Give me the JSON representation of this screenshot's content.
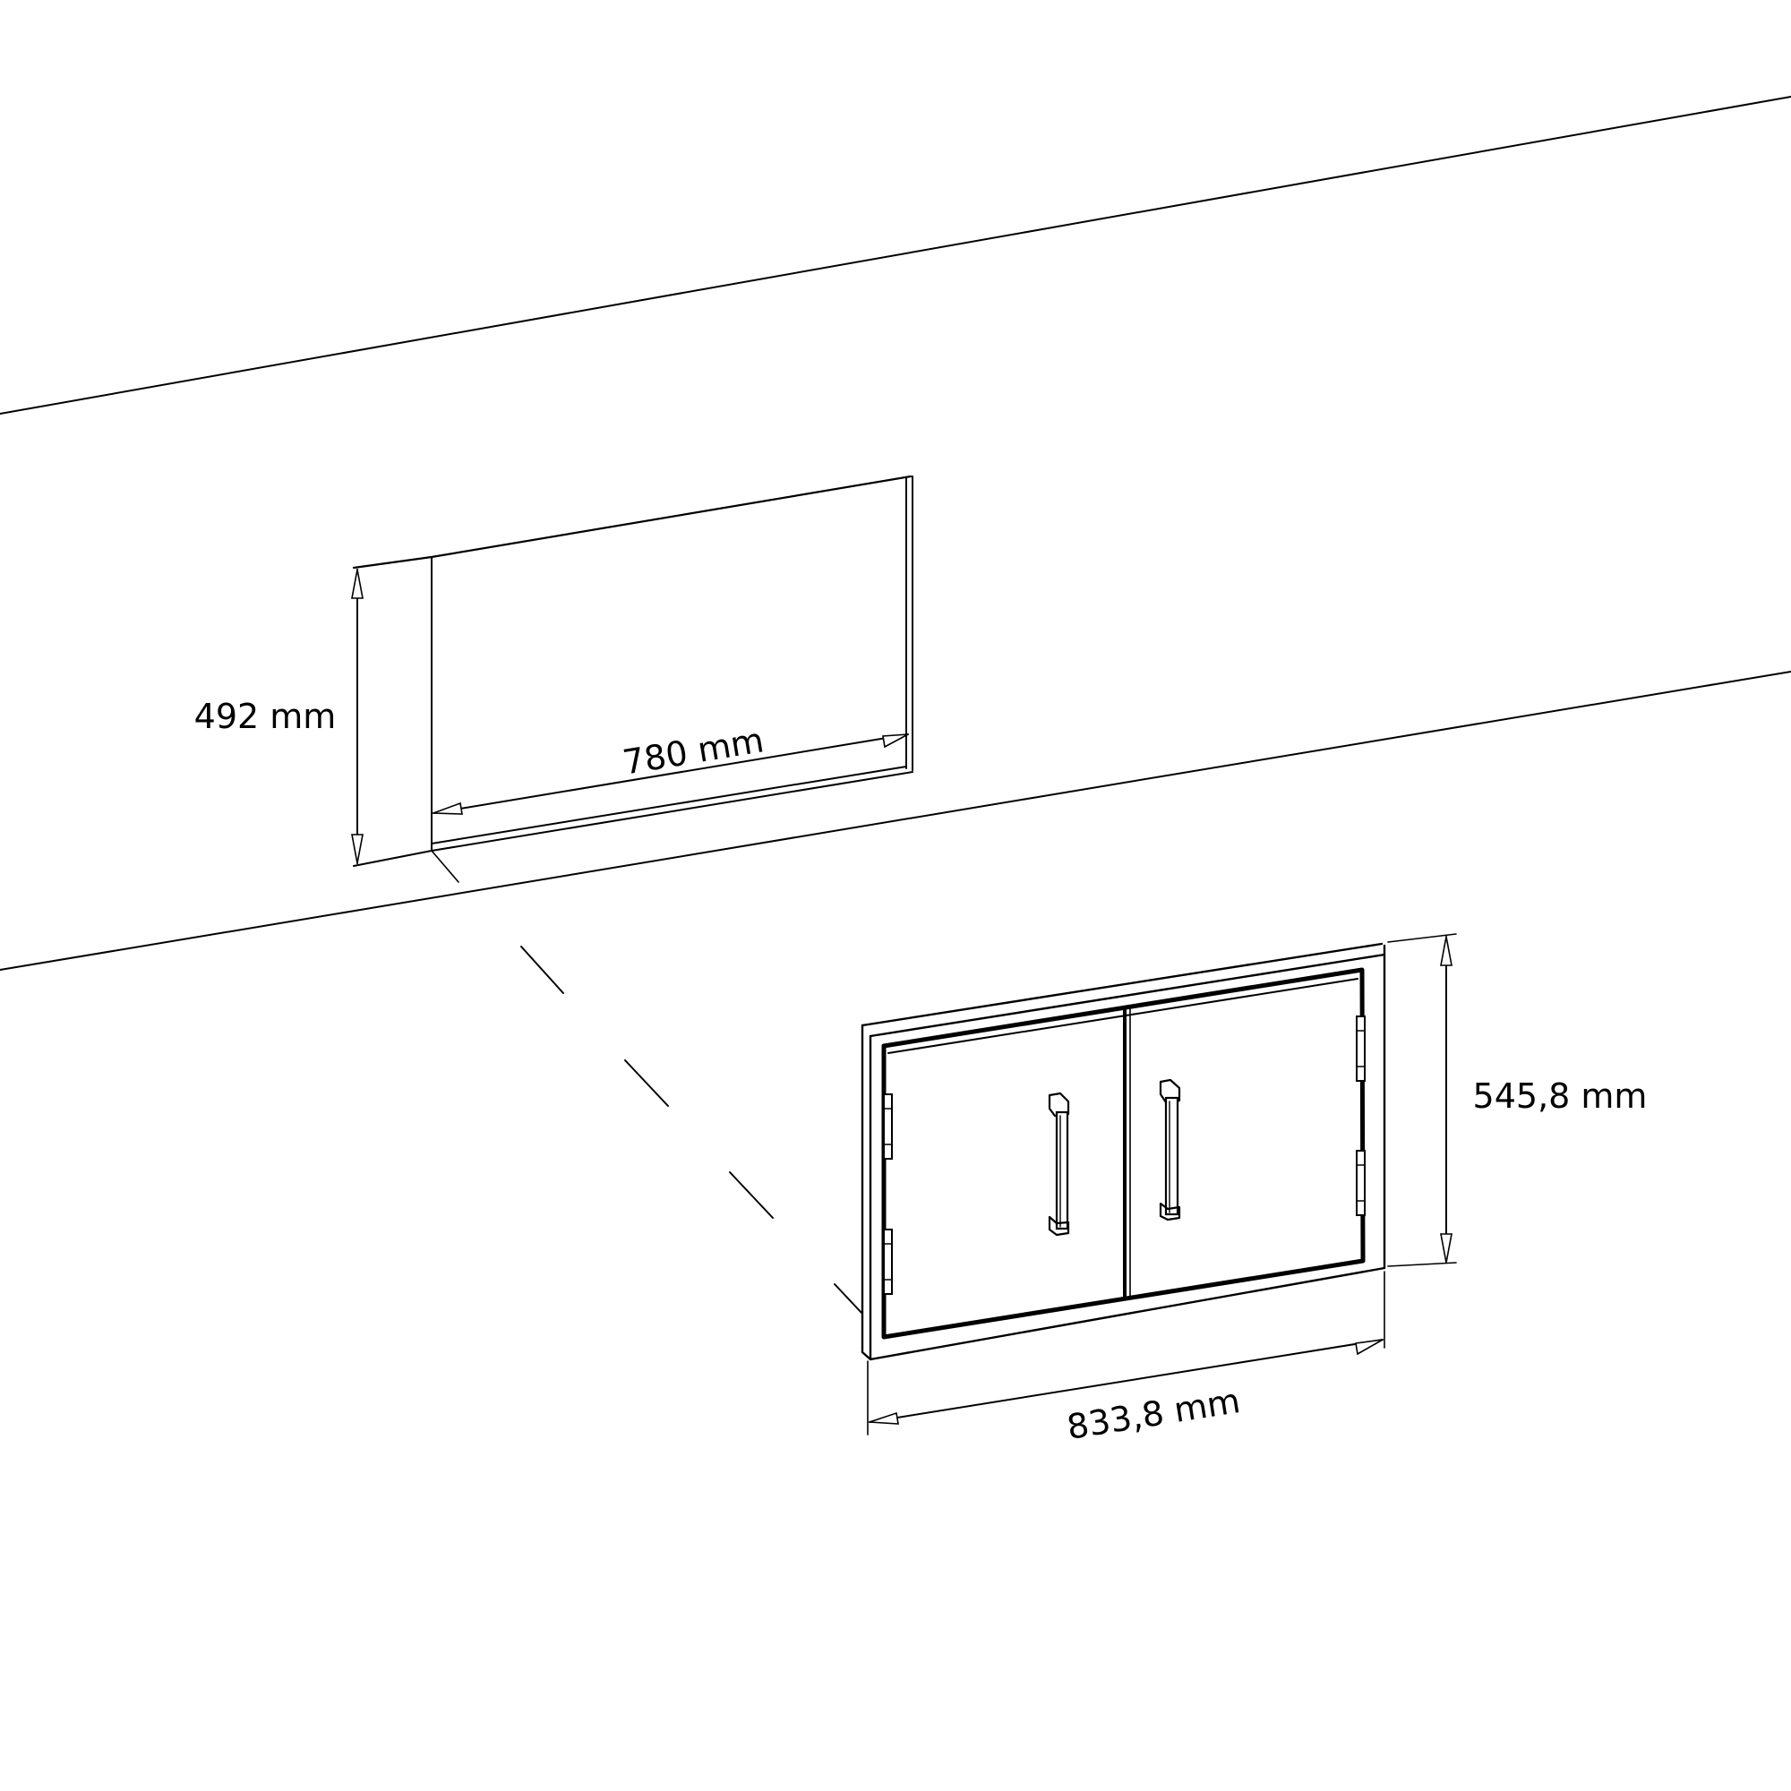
{
  "diagram": {
    "type": "installation-dimension-drawing",
    "colors": {
      "stroke": "#000000",
      "background": "#ffffff"
    },
    "wall": {
      "label": ""
    },
    "cutout": {
      "height_label": "492 mm",
      "width_label": "780 mm"
    },
    "door_unit": {
      "height_label": "545,8 mm",
      "width_label": "833,8 mm",
      "doors": 2,
      "handles": 2,
      "hinges_per_door": 2
    }
  }
}
